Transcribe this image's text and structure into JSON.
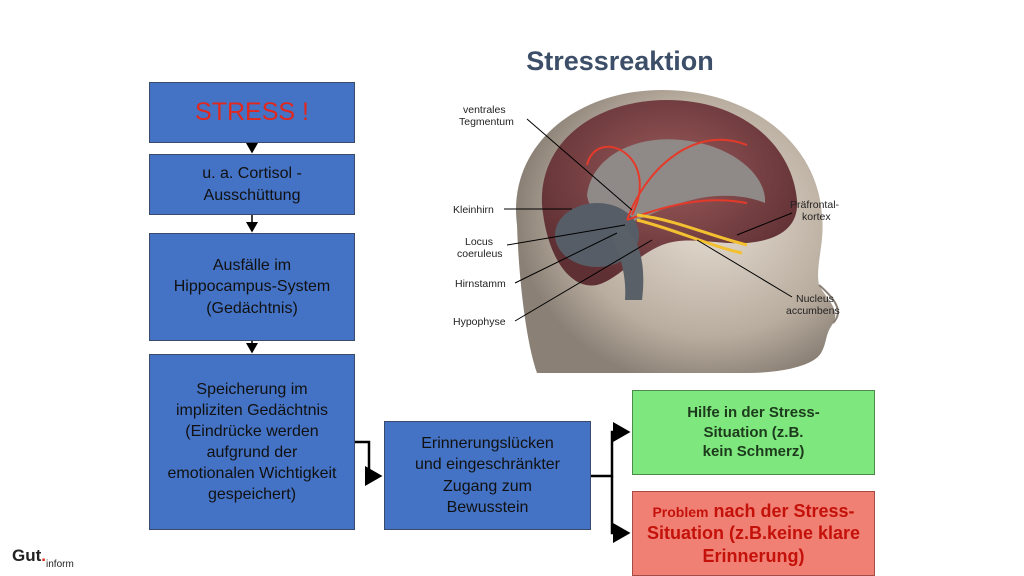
{
  "title": "Stressreaktion",
  "flow": {
    "stress": "STRESS !",
    "cortisol": "u. a. Cortisol -\nAusschüttung",
    "hippocampus": "Ausfälle im\nHippocampus-System\n(Gedächtnis)",
    "implicit": "Speicherung im\nimpliziten Gedächtnis\n(Eindrücke werden\naufgrund der\nemotionalen Wichtigkeit\ngespeichert)",
    "gaps": "Erinnerungslücken\nund eingeschränkter\nZugang zum\nBewusstein",
    "help": "Hilfe in der Stress-\nSituation (z.B.\nkein Schmerz)",
    "problem_prefix": "Problem",
    "problem_rest": " nach der Stress-\nSituation (z.B.keine klare\nErinnerung)"
  },
  "brain_labels": {
    "vta_line1": "ventrales",
    "vta_line2": "Tegmentum",
    "kleinhirn": "Kleinhirn",
    "locus_line1": "Locus",
    "locus_line2": "coeruleus",
    "hirnstamm": "Hirnstamm",
    "hypophyse": "Hypophyse",
    "pfc_line1": "Präfrontal-",
    "pfc_line2": "kortex",
    "nucleus_line1": "Nucleus",
    "nucleus_line2": "accumbens"
  },
  "logo": {
    "main": "Gut",
    "dot": ".",
    "sub": "inform"
  },
  "colors": {
    "box_blue": "#4472c4",
    "stress_red": "#e0281e",
    "help_green": "#7ee87e",
    "problem_red": "#f07f74",
    "title": "#3d4f68"
  }
}
